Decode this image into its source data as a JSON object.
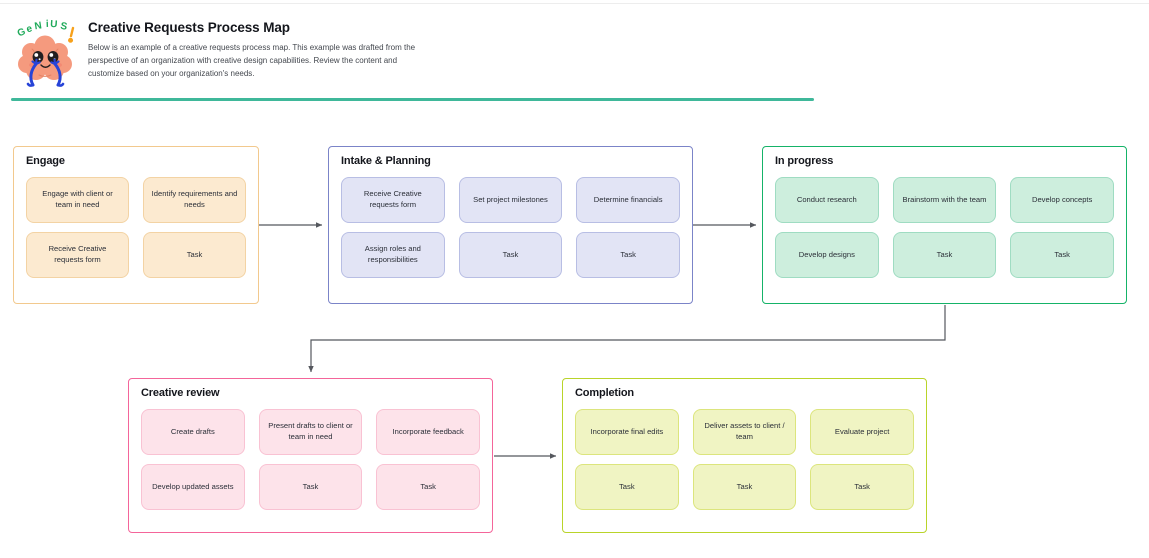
{
  "header": {
    "logo_name": "genius-brain-logo",
    "logo_wordmark": "GeNiUS!",
    "title": "Creative Requests Process Map",
    "description": "Below is an example of a creative requests process map. This example was drafted from the perspective of an organization with creative design capabilities. Review the content and customize based on your organization's needs.",
    "divider_color": "#3fb89a"
  },
  "colors": {
    "engage_border": "#f2c98e",
    "engage_card": "#fcead0",
    "intake_border": "#7b84c8",
    "intake_card": "#e2e4f5",
    "progress_border": "#15b368",
    "progress_card": "#cdeedd",
    "review_border": "#f4659a",
    "review_card": "#fde3ea",
    "complete_border": "#b9d42a",
    "complete_card": "#f0f4c3",
    "connector": "#55585e"
  },
  "sections": [
    {
      "id": "engage",
      "title": "Engage",
      "cards": [
        "Engage with client or team in need",
        "Identify requirements and needs",
        "Receive Creative requests form",
        "Task"
      ]
    },
    {
      "id": "intake",
      "title": "Intake & Planning",
      "cards": [
        "Receive Creative requests form",
        "Set project milestones",
        "Determine financials",
        "Assign roles and responsibilities",
        "Task",
        "Task"
      ]
    },
    {
      "id": "progress",
      "title": "In progress",
      "cards": [
        "Conduct research",
        "Brainstorm with the team",
        "Develop concepts",
        "Develop designs",
        "Task",
        "Task"
      ]
    },
    {
      "id": "review",
      "title": "Creative review",
      "cards": [
        "Create drafts",
        "Present drafts to client or team in need",
        "Incorporate feedback",
        "Develop updated assets",
        "Task",
        "Task"
      ]
    },
    {
      "id": "complete",
      "title": "Completion",
      "cards": [
        "Incorporate final edits",
        "Deliver assets to client / team",
        "Evaluate project",
        "Task",
        "Task",
        "Task"
      ]
    }
  ],
  "connectors": [
    {
      "name": "engage-to-intake",
      "from": "engage",
      "to": "intake"
    },
    {
      "name": "intake-to-progress",
      "from": "intake",
      "to": "progress"
    },
    {
      "name": "progress-to-review",
      "from": "progress",
      "to": "review"
    },
    {
      "name": "review-to-completion",
      "from": "review",
      "to": "complete"
    }
  ]
}
